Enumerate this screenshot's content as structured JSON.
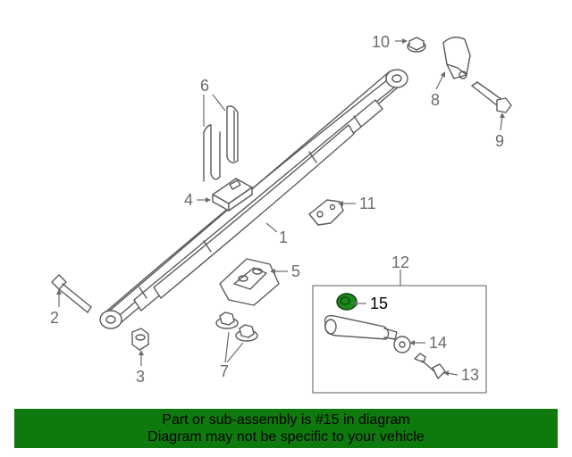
{
  "callouts": {
    "c1": "1",
    "c2": "2",
    "c3": "3",
    "c4": "4",
    "c5": "5",
    "c6": "6",
    "c7": "7",
    "c8": "8",
    "c9": "9",
    "c10": "10",
    "c11": "11",
    "c12": "12",
    "c13": "13",
    "c14": "14",
    "c15": "15"
  },
  "highlight": {
    "part": "15",
    "color": "#1a8a1a"
  },
  "banner": {
    "line1": "Part or sub-assembly is #15 in diagram",
    "line2": "Diagram may not be specific to your vehicle",
    "background": "#0e7a0d"
  }
}
